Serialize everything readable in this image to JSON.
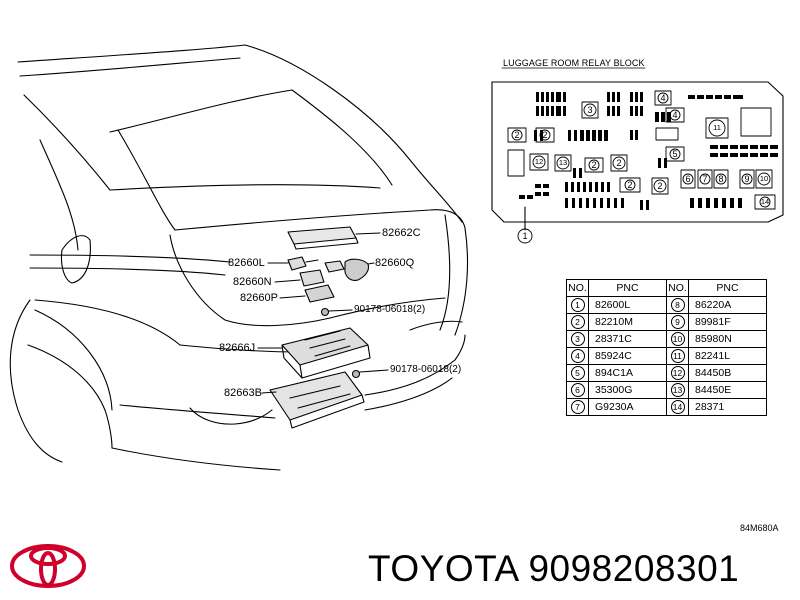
{
  "block_title": "LUGGAGE ROOM RELAY BLOCK",
  "callouts": {
    "p82662C": "82662C",
    "p82660L": "82660L",
    "p82660Q": "82660Q",
    "p82660N": "82660N",
    "p82660P": "82660P",
    "p90178a": "90178-06018(2)",
    "p82666J": "82666J",
    "p90178b": "90178-06018(2)",
    "p82663B": "82663B"
  },
  "table": {
    "headers": [
      "NO.",
      "PNC",
      "NO.",
      "PNC"
    ],
    "rows": [
      {
        "no1": "1",
        "pnc1": "82600L",
        "no2": "8",
        "pnc2": "86220A"
      },
      {
        "no1": "2",
        "pnc1": "82210M",
        "no2": "9",
        "pnc2": "89981F"
      },
      {
        "no1": "3",
        "pnc1": "28371C",
        "no2": "10",
        "pnc2": "85980N"
      },
      {
        "no1": "4",
        "pnc1": "85924C",
        "no2": "11",
        "pnc2": "82241L"
      },
      {
        "no1": "5",
        "pnc1": "894C1A",
        "no2": "12",
        "pnc2": "84450B"
      },
      {
        "no1": "6",
        "pnc1": "35300G",
        "no2": "13",
        "pnc2": "84450E"
      },
      {
        "no1": "7",
        "pnc1": "G9230A",
        "no2": "14",
        "pnc2": "28371"
      }
    ]
  },
  "relay_numbers": {
    "n1": "1",
    "n2": "2",
    "n3": "3",
    "n4": "4",
    "n5": "5",
    "n6": "6",
    "n7": "7",
    "n8": "8",
    "n9": "9",
    "n10": "10",
    "n11": "11",
    "n12": "12",
    "n13": "13",
    "n14": "14"
  },
  "ref_code": "84M680A",
  "footer": {
    "brand": "TOYOTA",
    "part_number": "9098208301"
  },
  "logo_icon": "toyota-logo-icon"
}
